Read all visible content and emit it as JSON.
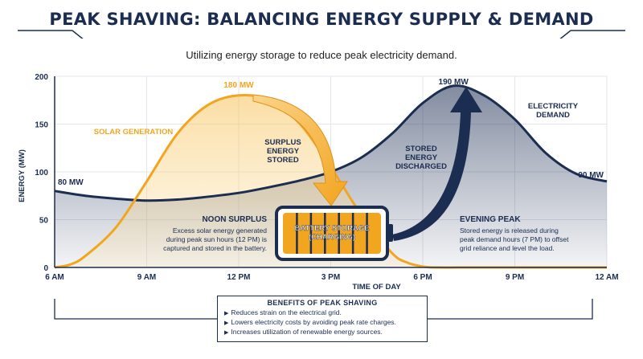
{
  "title": "PEAK SHAVING: BALANCING ENERGY SUPPLY & DEMAND",
  "subtitle": "Utilizing energy storage to reduce peak electricity demand.",
  "chart_data": {
    "type": "area",
    "ylabel": "ENERGY (MW)",
    "xlabel": "TIME OF DAY",
    "ylim": [
      0,
      200
    ],
    "yticks": [
      0,
      50,
      100,
      150,
      200
    ],
    "xlim": [
      6,
      24
    ],
    "xticks": [
      {
        "v": 6,
        "label": "6 AM"
      },
      {
        "v": 9,
        "label": "9 AM"
      },
      {
        "v": 12,
        "label": "12 PM"
      },
      {
        "v": 15,
        "label": "3 PM"
      },
      {
        "v": 18,
        "label": "6 PM"
      },
      {
        "v": 21,
        "label": "9 PM"
      },
      {
        "v": 24,
        "label": "12 AM"
      }
    ],
    "grid": true,
    "series": [
      {
        "name": "SOLAR GENERATION",
        "color": "#f2a51f",
        "x": [
          6,
          6.5,
          7,
          8,
          9,
          10,
          11,
          12,
          13,
          14,
          15,
          16,
          17,
          17.5,
          18,
          18.5,
          20,
          24
        ],
        "y": [
          0,
          3,
          12,
          42,
          90,
          140,
          170,
          180,
          175,
          150,
          105,
          55,
          15,
          5,
          1,
          0,
          0,
          0
        ]
      },
      {
        "name": "ELECTRICITY\nDEMAND",
        "color": "#1c2d52",
        "x": [
          6,
          7,
          8,
          9,
          10,
          11,
          12,
          13,
          14,
          15,
          16,
          17,
          18,
          19,
          20,
          21,
          22,
          23,
          24
        ],
        "y": [
          80,
          75,
          72,
          70,
          71,
          74,
          78,
          84,
          91,
          100,
          115,
          140,
          172,
          190,
          180,
          155,
          120,
          98,
          90
        ]
      }
    ],
    "data_labels": [
      {
        "text": "80 MW",
        "color": "#1c2d52"
      },
      {
        "text": "180 MW",
        "color": "#f2a51f"
      },
      {
        "text": "190 MW",
        "color": "#1c2d52"
      },
      {
        "text": "90 MW",
        "color": "#1c2d52"
      }
    ]
  },
  "annotations": {
    "surplus_stored": "SURPLUS\nENERGY\nSTORED",
    "stored_discharged": "STORED\nENERGY\nDISCHARGED",
    "noon_title": "NOON SURPLUS",
    "noon_body": "Excess solar energy generated\nduring peak sun hours (12 PM) is\ncaptured and stored in the battery.",
    "evening_title": "EVENING PEAK",
    "evening_body": "Stored energy is released during\npeak demand hours (7 PM) to offset\ngrid reliance and level the load.",
    "battery_label": "BATTERY STORAGE\n(CHARGING)"
  },
  "benefits": {
    "title": "BENEFITS OF PEAK SHAVING",
    "items": [
      "Reduces strain on the electrical grid.",
      "Lowers electricity costs by avoiding peak rate charges.",
      "Increases utilization of renewable energy sources."
    ]
  },
  "colors": {
    "navy": "#1c2d52",
    "orange": "#f2a51f"
  }
}
